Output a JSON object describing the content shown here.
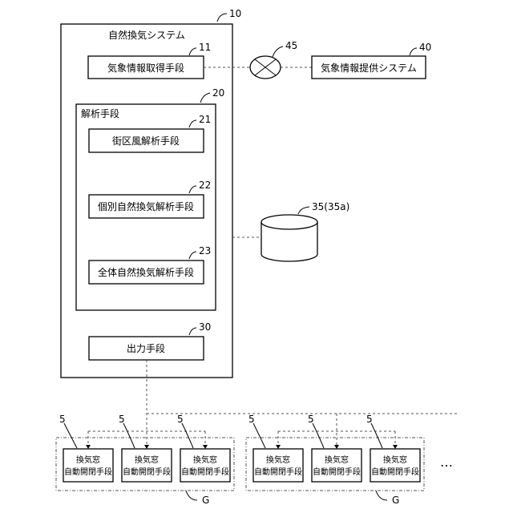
{
  "system": {
    "ref": "10",
    "title": "自然換気システム"
  },
  "acquisition": {
    "ref": "11",
    "label": "気象情報取得手段"
  },
  "network": {
    "ref": "45"
  },
  "weather_provider": {
    "ref": "40",
    "label": "気象情報提供システム"
  },
  "analysis": {
    "ref": "20",
    "title": "解析手段"
  },
  "street_wind": {
    "ref": "21",
    "label": "街区風解析手段"
  },
  "individual": {
    "ref": "22",
    "label": "個別自然換気解析手段"
  },
  "overall": {
    "ref": "23",
    "label": "全体自然換気解析手段"
  },
  "database": {
    "ref": "35(35a)"
  },
  "output": {
    "ref": "30",
    "label": "出力手段"
  },
  "window_unit": {
    "ref": "5",
    "line1": "換気窓",
    "line2": "自動開閉手段"
  },
  "group": {
    "ref": "G"
  },
  "ellipsis": "…"
}
